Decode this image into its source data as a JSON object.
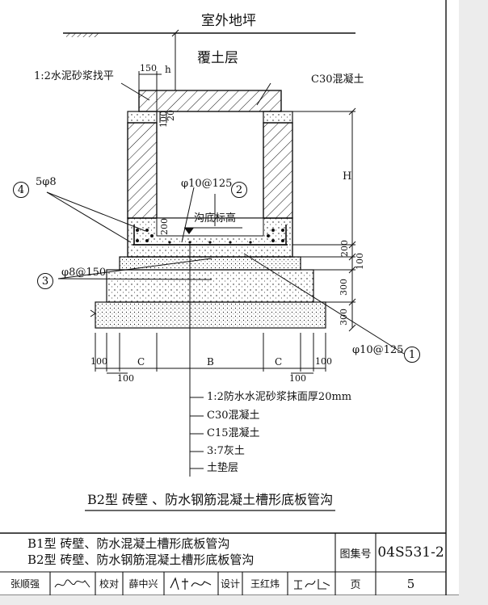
{
  "drawing": {
    "ground_label": "室外地坪",
    "cover_soil_label": "覆土层",
    "mortar_leveling_label": "1:2水泥砂浆找平",
    "concrete_c30_top_label": "C30混凝土",
    "dim_150": "150",
    "dim_h": "h",
    "dim_100_top": "100",
    "dim_20_top": "20",
    "dim_H": "H",
    "rebar_4_label": "5φ8",
    "rebar_2_label": "φ10@125",
    "channel_bottom_label": "沟底标高",
    "dim_200_inner": "200",
    "dim_200_right": "200",
    "dim_100_right": "100",
    "rebar_3_label": "φ8@150",
    "dim_300_a": "300",
    "dim_300_b": "300",
    "rebar_1_label": "φ10@125",
    "dim_bottom_100_left": "100",
    "dim_bottom_C_left": "C",
    "dim_bottom_B": "B",
    "dim_bottom_C_right": "C",
    "dim_bottom_100_right": "100",
    "dim_sub_100_left": "100",
    "dim_sub_100_right": "100",
    "markers": {
      "m1": "1",
      "m2": "2",
      "m3": "3",
      "m4": "4"
    },
    "layers": [
      "1:2防水水泥砂浆抹面厚20mm",
      "C30混凝土",
      "C15混凝土",
      "3:7灰土",
      "土垫层"
    ],
    "caption": "B2型   砖壁 、防水钢筋混凝土槽形底板管沟"
  },
  "title_block": {
    "title_line1": "B1型   砖壁、防水混凝土槽形底板管沟",
    "title_line2": "B2型   砖壁、防水钢筋混凝土槽形底板管沟",
    "atlas_label": "图集号",
    "atlas_number": "04S531-2",
    "reviewer_name": "张顺强",
    "proof_label": "校对",
    "proofreader_name": "薛中兴",
    "design_label": "设计",
    "designer_name": "王红炜",
    "page_label": "页",
    "page_number": "5"
  }
}
